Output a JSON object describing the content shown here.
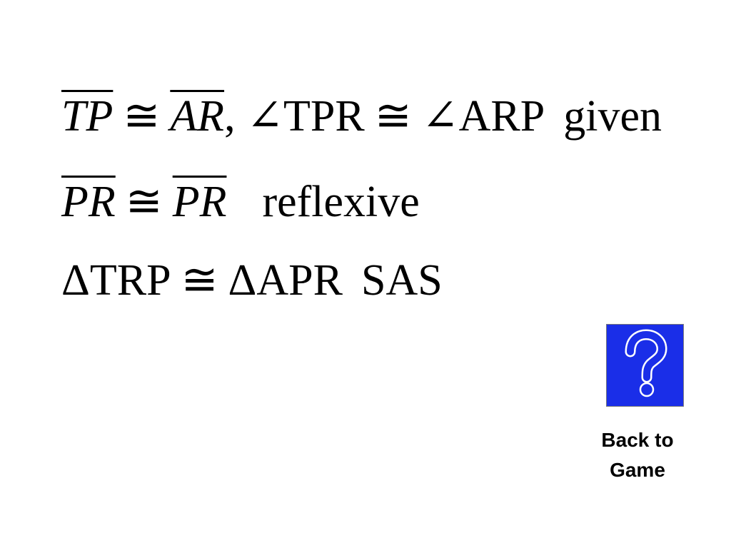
{
  "proof": {
    "line1": {
      "seg1": "TP",
      "congruent1": "≅",
      "seg2": "AR",
      "comma": ",",
      "angle1": "∠TPR",
      "congruent2": "≅",
      "angle2": "∠ARP",
      "reason": "given"
    },
    "line2": {
      "seg1": "PR",
      "congruent": "≅",
      "seg2": "PR",
      "reason": "reflexive"
    },
    "line3": {
      "tri1": "ΔTRP",
      "congruent": "≅",
      "tri2": "ΔAPR",
      "reason": "SAS"
    }
  },
  "help_button": {
    "icon": "question-mark-icon",
    "color": "#1a2ee8"
  },
  "back_link": {
    "line1": "Back to",
    "line2": "Game"
  }
}
